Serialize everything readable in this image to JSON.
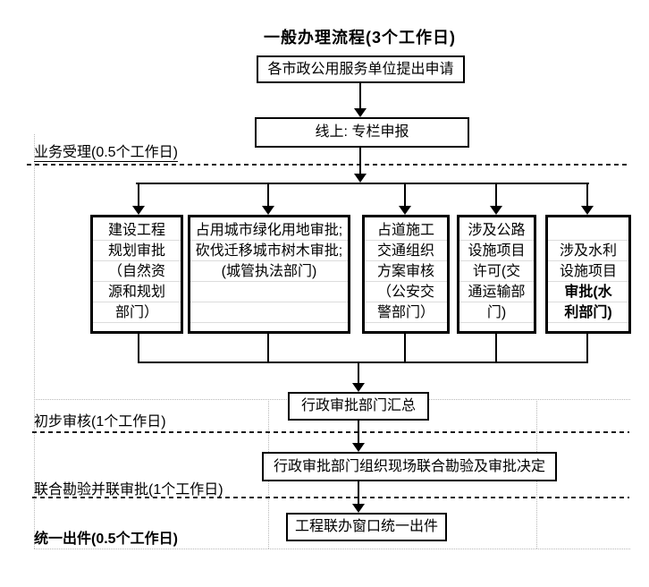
{
  "title": "一般办理流程(3个工作日)",
  "nodes": {
    "start": "各市政公用服务单位提出申请",
    "online": "线上: 专栏申报",
    "summary": "行政审批部门汇总",
    "joint_review": "行政审批部门组织现场联合勘验及审批决定",
    "final_output": "工程联办窗口统一出件"
  },
  "branches": [
    {
      "name": "construction-planning",
      "text": "建设工程\n规划审批\n（自然资\n源和规划\n部门）"
    },
    {
      "name": "city-greening",
      "text": "占用城市绿化用地审批;\n砍伐迁移城市树木审批;\n(城管执法部门)"
    },
    {
      "name": "road-traffic",
      "text": "占道施工\n交通组织\n方案审核\n（公安交\n警部门）"
    },
    {
      "name": "highway-facility",
      "text": "涉及公路\n设施项目\n许可(交\n通运输部\n门)"
    },
    {
      "name": "water-facility",
      "text_normal": "涉及水利\n设施项目",
      "text_bold": "审批(水\n利部门)"
    }
  ],
  "stage_labels": [
    "业务受理(0.5个工作日)",
    "初步审核(1个工作日)",
    "联合勘验并联审批(1个工作日)",
    "统一出件(0.5个工作日)"
  ],
  "colors": {
    "line": "#000000",
    "section_dash": "#1a1a1a",
    "table_grid": "#b8b8b8"
  }
}
